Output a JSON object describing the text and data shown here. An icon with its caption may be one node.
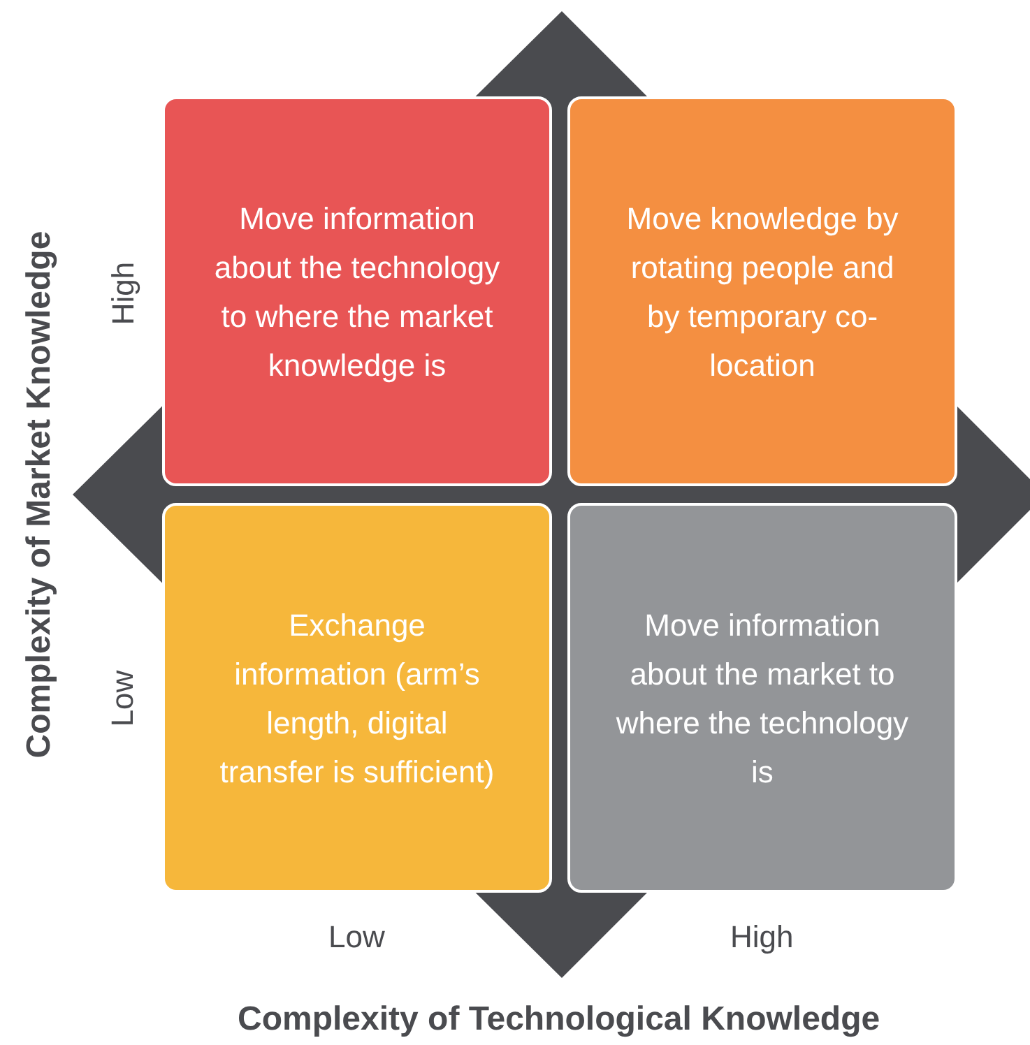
{
  "diagram": {
    "nodes": [
      {
        "text": [
          "Move information about the technology to where the market knowledge is"
        ]
      },
      {
        "text": [
          "Move knowledge by rotating people and by temporary co-location"
        ]
      },
      {
        "text": [
          "Exchange information (arm’s length, digital transfer is sufficient)"
        ]
      },
      {
        "text": [
          "Move information about the market to where the technology is"
        ]
      }
    ],
    "labels": [
      "Complexity of Market Knowledge",
      "High",
      "Low",
      "Low",
      "High",
      "Complexity of Technological Knowledge"
    ]
  }
}
